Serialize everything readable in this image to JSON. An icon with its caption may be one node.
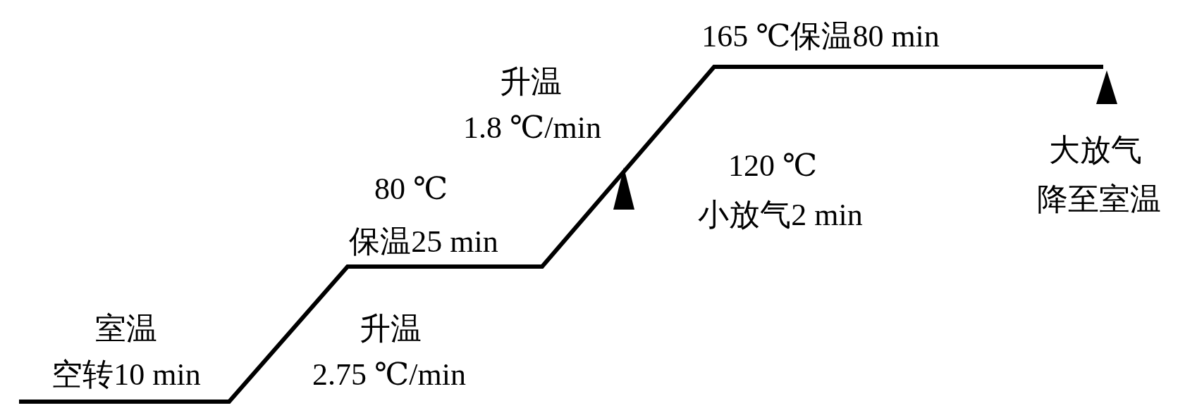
{
  "diagram": {
    "labels": [
      "165 ℃保温80 min",
      "升温",
      "1.8 ℃/min",
      "大放气",
      "120 ℃",
      "80 ℃",
      "降至室温",
      "小放气2 min",
      "保温25 min",
      "室温",
      "升温",
      "空转10 min",
      "2.75 ℃/min"
    ]
  }
}
